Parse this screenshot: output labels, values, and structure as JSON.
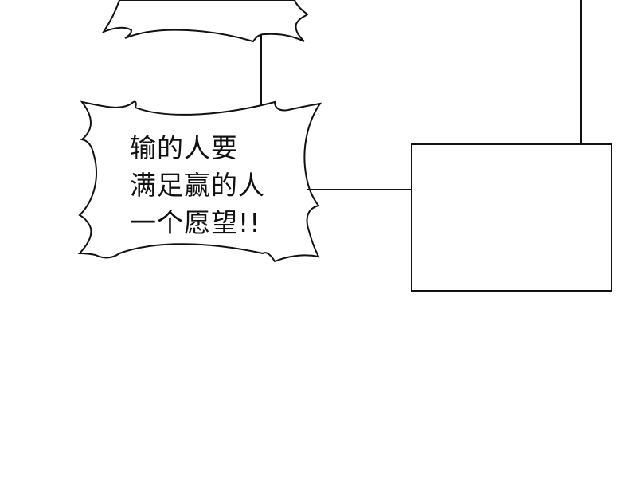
{
  "speech_bubble": {
    "lines": [
      "输的人要",
      "满足赢的人",
      "一个愿望!!"
    ]
  },
  "colors": {
    "ink": "#111111",
    "paper": "#ffffff"
  }
}
